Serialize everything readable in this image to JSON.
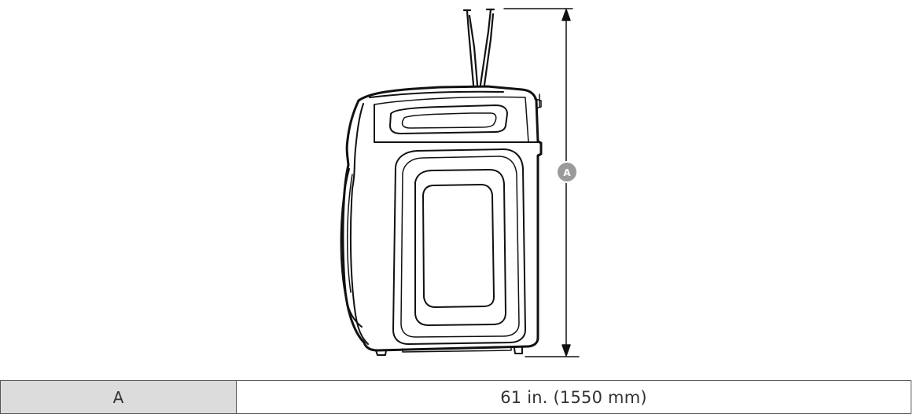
{
  "diagram": {
    "callout_label": "A",
    "callout_color": "#9a9a9a"
  },
  "dimension_table": {
    "rows": [
      {
        "key": "A",
        "value": "61 in. (1550 mm)"
      }
    ],
    "key_cell_color": "#dcdcdc"
  }
}
